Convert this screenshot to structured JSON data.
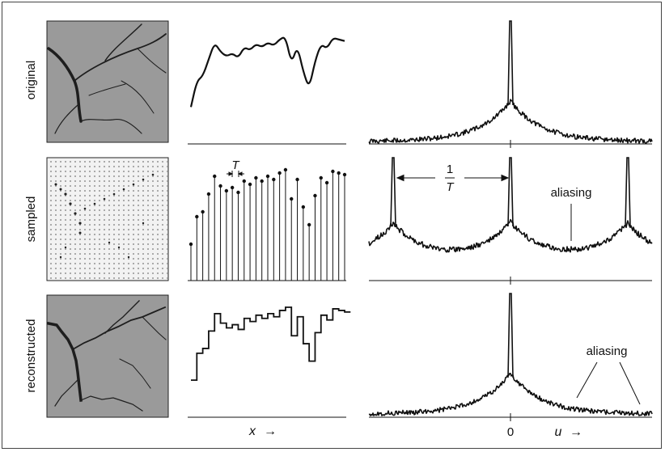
{
  "row_labels": [
    "original",
    "sampled",
    "reconstructed"
  ],
  "period_label": "T",
  "reciprocal_label": {
    "numerator": "1",
    "denominator": "T"
  },
  "aliasing_label_sampled": "aliasing",
  "aliasing_label_reconstructed": "aliasing",
  "x_axis_label": "x",
  "u_axis_label": "u",
  "u_zero_label": "0",
  "arrow_glyph": "→",
  "colors": {
    "stroke": "#111111",
    "image_gray": "#9a9a9a",
    "branch": "#1e1e1e",
    "frame": "#444444"
  },
  "signal_samples": [
    0.08,
    0.42,
    0.48,
    0.7,
    0.92,
    0.8,
    0.74,
    0.78,
    0.72,
    0.86,
    0.82,
    0.9,
    0.86,
    0.92,
    0.88,
    0.96,
    1.0,
    0.64,
    0.88,
    0.54,
    0.32,
    0.68,
    0.9,
    0.84,
    0.98,
    0.96,
    0.94
  ],
  "spectrum": {
    "fourier_variable": "u",
    "replica_spacing": "1/T"
  },
  "icons": [
    "branch-image",
    "arrow-right-icon"
  ]
}
